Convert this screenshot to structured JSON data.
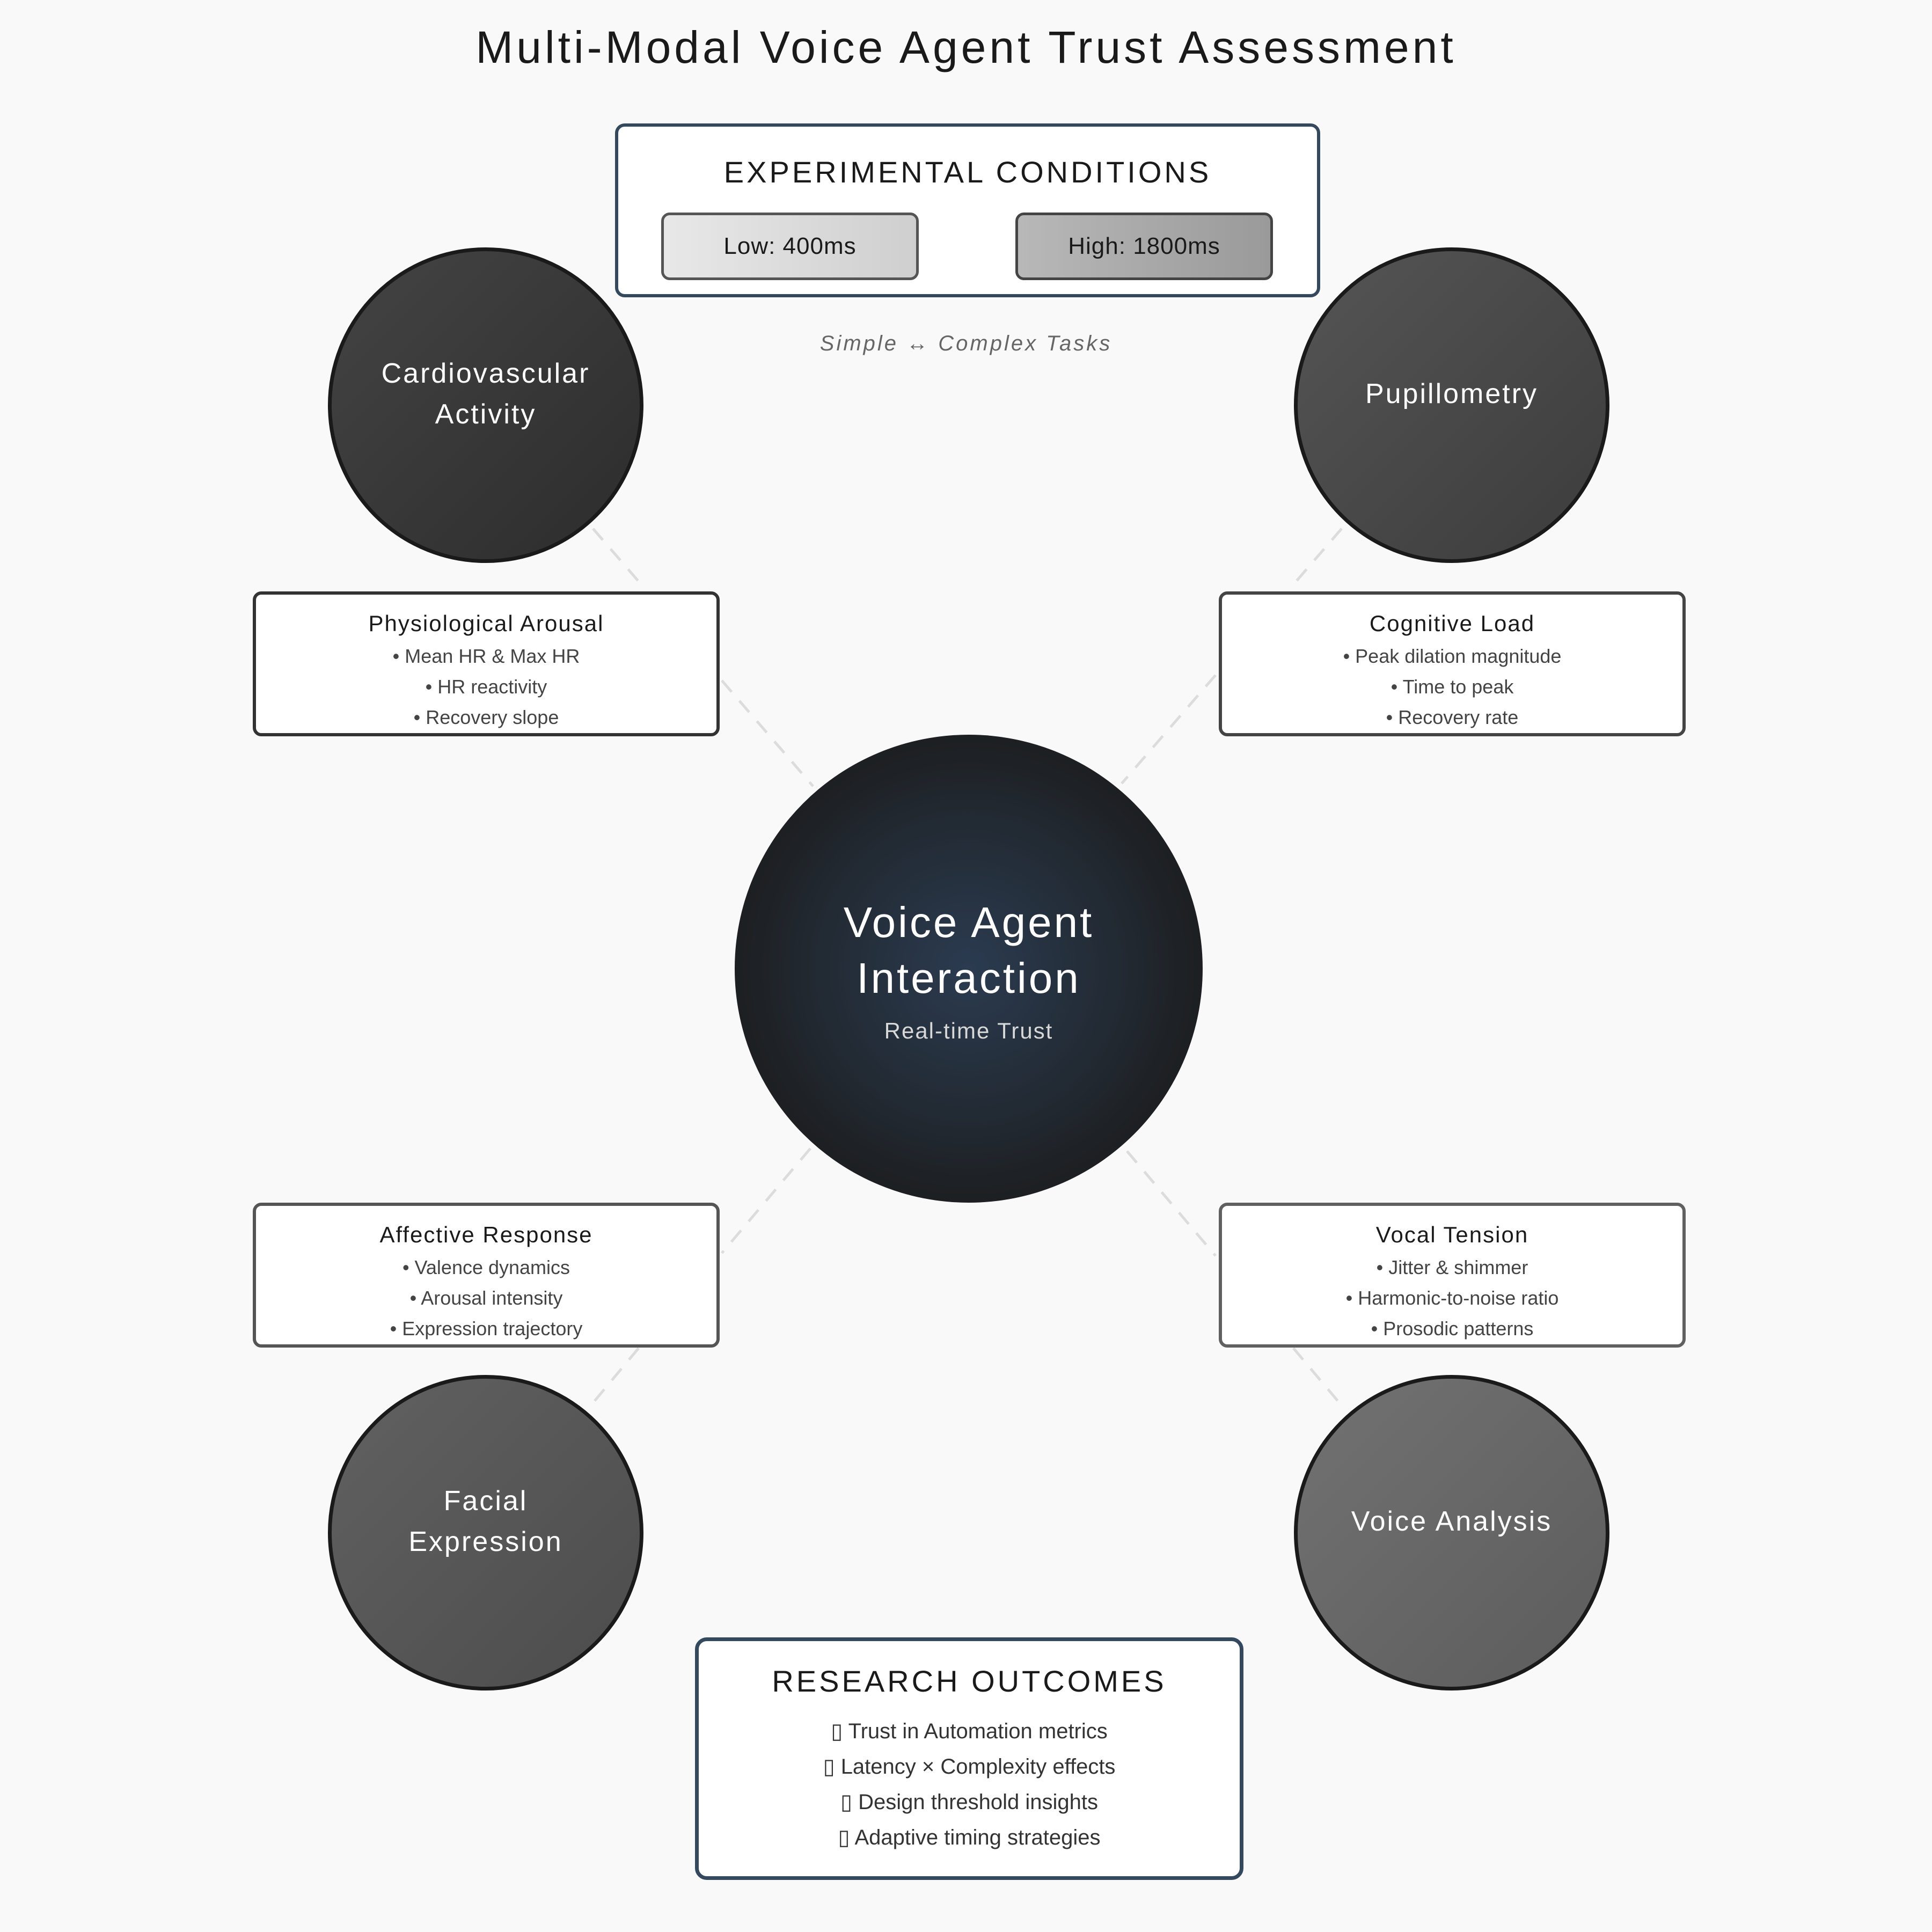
{
  "title": "Multi-Modal Voice Agent Trust Assessment",
  "conditions": {
    "title": "EXPERIMENTAL CONDITIONS",
    "low_label": "Low: 400ms",
    "high_label": "High: 1800ms",
    "tasks_label": "Simple ↔ Complex Tasks"
  },
  "center": {
    "title_line1": "Voice Agent",
    "title_line2": "Interaction",
    "subtitle": "Real-time Trust"
  },
  "sensors": {
    "cardio": {
      "line1": "Cardiovascular",
      "line2": "Activity"
    },
    "pupil": {
      "label": "Pupillometry"
    },
    "facial": {
      "line1": "Facial",
      "line2": "Expression"
    },
    "voice": {
      "label": "Voice Analysis"
    }
  },
  "metrics": {
    "physiological": {
      "title": "Physiological Arousal",
      "items": [
        "• Mean HR & Max HR",
        "• HR reactivity",
        "• Recovery slope"
      ]
    },
    "cognitive": {
      "title": "Cognitive Load",
      "items": [
        "• Peak dilation magnitude",
        "• Time to peak",
        "• Recovery rate"
      ]
    },
    "affective": {
      "title": "Affective Response",
      "items": [
        "• Valence dynamics",
        "• Arousal intensity",
        "• Expression trajectory"
      ]
    },
    "vocal": {
      "title": "Vocal Tension",
      "items": [
        "• Jitter & shimmer",
        "• Harmonic-to-noise ratio",
        "• Prosodic patterns"
      ]
    }
  },
  "outcomes": {
    "title": "RESEARCH OUTCOMES",
    "items": [
      "▯ Trust in Automation metrics",
      "▯ Latency × Complexity effects",
      "▯ Design threshold insights",
      "▯ Adaptive timing strategies"
    ]
  },
  "colors": {
    "background": "#f9f9f9",
    "accent_border": "#34495e",
    "connector": "#dddddd"
  }
}
